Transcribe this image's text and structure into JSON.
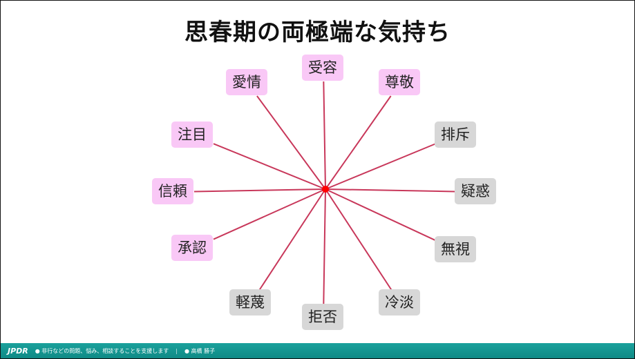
{
  "title": "思春期の両極端な気持ち",
  "colors": {
    "positive_bg": "#f9c8f6",
    "negative_bg": "#d7d7d7",
    "spoke": "#c8375a",
    "center": "#ff0000",
    "footer": "#1aa19c"
  },
  "labels": {
    "juyou": "受容",
    "sonkei": "尊敬",
    "haiseki": "排斥",
    "giwaku": "疑惑",
    "mushi": "無視",
    "reitan": "冷淡",
    "kyohi": "拒否",
    "keibetsu": "軽蔑",
    "shounin": "承認",
    "shinrai": "信頼",
    "chuumoku": "注目",
    "aijou": "愛情"
  },
  "footer": {
    "logo": "JPDR",
    "text": "● 非行などの問題、悩み、相談することを支援します",
    "name": "● 高橋 勝子"
  }
}
